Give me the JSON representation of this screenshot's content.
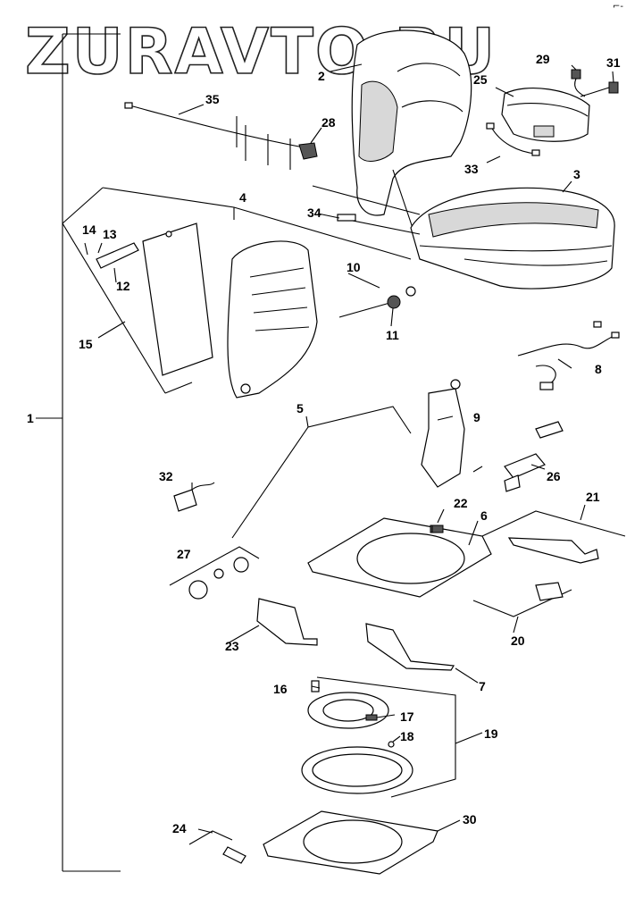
{
  "watermark": "ZURAVTO.RU",
  "corner_mark": "⌐-",
  "callouts": {
    "c1": "1",
    "c2": "2",
    "c3": "3",
    "c4": "4",
    "c5": "5",
    "c6": "6",
    "c7": "7",
    "c8": "8",
    "c9": "9",
    "c10": "10",
    "c11": "11",
    "c12": "12",
    "c13": "13",
    "c14": "14",
    "c15": "15",
    "c16": "16",
    "c17": "17",
    "c18": "18",
    "c19": "19",
    "c20": "20",
    "c21": "21",
    "c22": "22",
    "c23": "23",
    "c24": "24",
    "c25": "25",
    "c26": "26",
    "c27": "27",
    "c28": "28",
    "c29": "29",
    "c30": "30",
    "c31": "31",
    "c32": "32",
    "c33": "33",
    "c34": "34",
    "c35": "35"
  }
}
